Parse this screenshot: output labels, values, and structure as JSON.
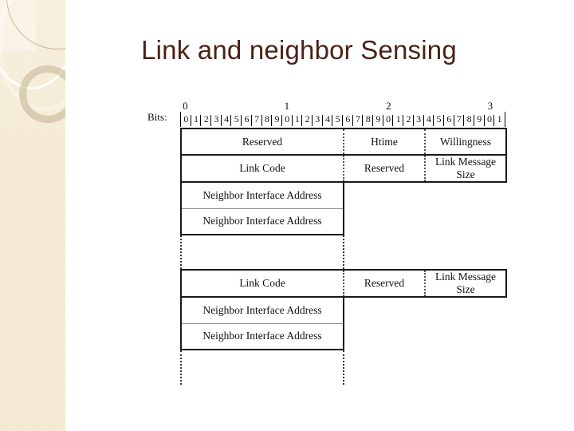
{
  "slide": {
    "title": "Link and neighbor Sensing",
    "title_color": "#4a2218",
    "sidebar_color": "#f0e3c4"
  },
  "diagram": {
    "bits_label": "Bits:",
    "decade_markers": [
      "0",
      "1",
      "2",
      "3"
    ],
    "bit_digits": [
      "0",
      "1",
      "2",
      "3",
      "4",
      "5",
      "6",
      "7",
      "8",
      "9",
      "0",
      "1",
      "2",
      "3",
      "4",
      "5",
      "6",
      "7",
      "8",
      "9",
      "0",
      "1",
      "2",
      "3",
      "4",
      "5",
      "6",
      "7",
      "8",
      "9",
      "0",
      "1"
    ],
    "rows": [
      {
        "name": "hello-header-row",
        "cells": [
          {
            "text": "Reserved",
            "bits": 16
          },
          {
            "text": "Htime",
            "bits": 8
          },
          {
            "text": "Willingness",
            "bits": 8
          }
        ]
      },
      {
        "name": "link-message-row-1",
        "cells": [
          {
            "text": "Link Code",
            "bits": 8
          },
          {
            "text": "Reserved",
            "bits": 8
          },
          {
            "text": "Link Message Size",
            "bits": 16
          }
        ]
      },
      {
        "name": "neighbor-address-row-1",
        "cells": [
          {
            "text": "Neighbor Interface Address",
            "bits": 32
          }
        ]
      },
      {
        "name": "neighbor-address-row-2",
        "cells": [
          {
            "text": "Neighbor Interface Address",
            "bits": 32
          }
        ]
      },
      {
        "name": "continuation-gap-1",
        "cells": [
          {
            "text": "",
            "bits": 32
          }
        ]
      },
      {
        "name": "link-message-row-2",
        "cells": [
          {
            "text": "Link Code",
            "bits": 8
          },
          {
            "text": "Reserved",
            "bits": 8
          },
          {
            "text": "Link Message Size",
            "bits": 16
          }
        ]
      },
      {
        "name": "neighbor-address-row-3",
        "cells": [
          {
            "text": "Neighbor Interface Address",
            "bits": 32
          }
        ]
      },
      {
        "name": "neighbor-address-row-4",
        "cells": [
          {
            "text": "Neighbor Interface Address",
            "bits": 32
          }
        ]
      },
      {
        "name": "continuation-gap-2",
        "cells": [
          {
            "text": "",
            "bits": 32
          }
        ]
      }
    ]
  }
}
